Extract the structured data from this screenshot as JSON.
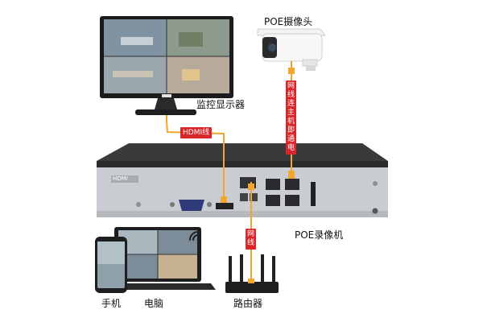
{
  "labels": {
    "monitor": "监控显示器",
    "camera": "POE摄像头",
    "nvr": "POE录像机",
    "phone": "手机",
    "computer": "电脑",
    "router": "路由器"
  },
  "cables": {
    "hdmi": "HDMI线",
    "poe": "网线连主机即通电",
    "lan": "网线"
  },
  "device": {
    "hdmi_port_mark": "HDMI"
  },
  "colors": {
    "tag_red": "#d8262b",
    "cable_orange": "#f2a531",
    "nvr_body": "#2a2a2c",
    "nvr_panel": "#c9ccd0"
  }
}
